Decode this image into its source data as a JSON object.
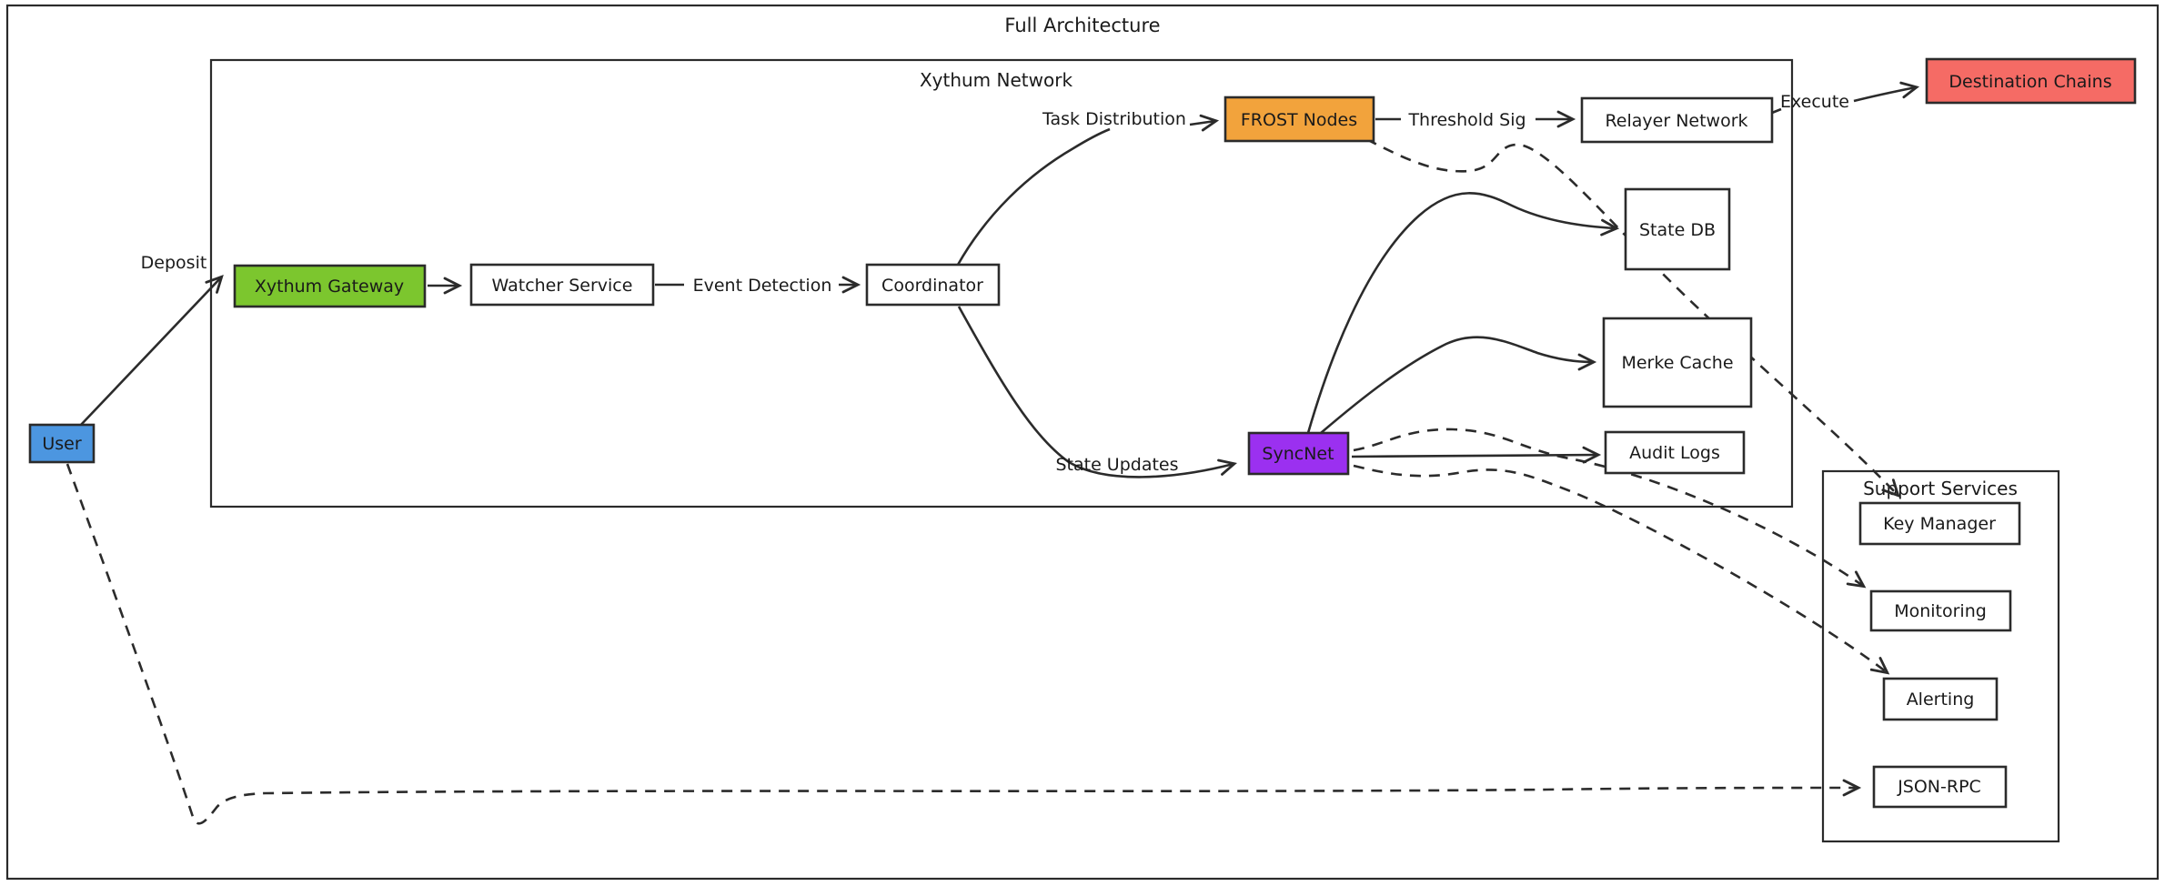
{
  "diagram": {
    "title": "Full Architecture",
    "containers": {
      "xythum": {
        "label": "Xythum Network"
      },
      "support": {
        "label": "Support Services"
      }
    },
    "nodes": {
      "user": {
        "label": "User",
        "fill": "#4c96e0"
      },
      "gateway": {
        "label": "Xythum Gateway",
        "fill": "#7cc62e"
      },
      "watcher": {
        "label": "Watcher Service",
        "fill": "#ffffff"
      },
      "coordinator": {
        "label": "Coordinator",
        "fill": "#ffffff"
      },
      "frost": {
        "label": "FROST Nodes",
        "fill": "#f2a33c"
      },
      "relayer": {
        "label": "Relayer Network",
        "fill": "#ffffff"
      },
      "destination": {
        "label": "Destination Chains",
        "fill": "#f56b65"
      },
      "state_db": {
        "label": "State DB",
        "fill": "#ffffff"
      },
      "merke_cache": {
        "label": "Merke Cache",
        "fill": "#ffffff"
      },
      "audit_logs": {
        "label": "Audit Logs",
        "fill": "#ffffff"
      },
      "syncnet": {
        "label": "SyncNet",
        "fill": "#9b30f0"
      },
      "key_manager": {
        "label": "Key Manager",
        "fill": "#ffffff"
      },
      "monitoring": {
        "label": "Monitoring",
        "fill": "#ffffff"
      },
      "alerting": {
        "label": "Alerting",
        "fill": "#ffffff"
      },
      "json_rpc": {
        "label": "JSON-RPC",
        "fill": "#ffffff"
      }
    },
    "edge_labels": {
      "deposit": "Deposit",
      "event_detection": "Event Detection",
      "task_distribution": "Task Distribution",
      "threshold_sig": "Threshold Sig",
      "execute": "Execute",
      "state_updates": "State Updates"
    },
    "edges": [
      {
        "from": "User",
        "to": "Xythum Gateway",
        "label": "Deposit",
        "style": "solid"
      },
      {
        "from": "Xythum Gateway",
        "to": "Watcher Service",
        "label": "",
        "style": "solid"
      },
      {
        "from": "Watcher Service",
        "to": "Coordinator",
        "label": "Event Detection",
        "style": "solid"
      },
      {
        "from": "Coordinator",
        "to": "FROST Nodes",
        "label": "Task Distribution",
        "style": "solid"
      },
      {
        "from": "FROST Nodes",
        "to": "Relayer Network",
        "label": "Threshold Sig",
        "style": "solid"
      },
      {
        "from": "Relayer Network",
        "to": "Destination Chains",
        "label": "Execute",
        "style": "solid"
      },
      {
        "from": "Coordinator",
        "to": "SyncNet",
        "label": "State Updates",
        "style": "solid"
      },
      {
        "from": "SyncNet",
        "to": "State DB",
        "label": "",
        "style": "solid"
      },
      {
        "from": "SyncNet",
        "to": "Merke Cache",
        "label": "",
        "style": "solid"
      },
      {
        "from": "SyncNet",
        "to": "Audit Logs",
        "label": "",
        "style": "solid"
      },
      {
        "from": "FROST Nodes",
        "to": "Key Manager",
        "label": "",
        "style": "dashed"
      },
      {
        "from": "SyncNet",
        "to": "Monitoring",
        "label": "",
        "style": "dashed"
      },
      {
        "from": "SyncNet",
        "to": "Alerting",
        "label": "",
        "style": "dashed"
      },
      {
        "from": "User",
        "to": "JSON-RPC",
        "label": "",
        "style": "dashed"
      }
    ],
    "colors": {
      "stroke": "#2b2b2b",
      "text": "#1a1a1a",
      "node_blue": "#4c96e0",
      "node_green": "#7cc62e",
      "node_orange": "#f2a33c",
      "node_purple": "#9b30f0",
      "node_red": "#f56b65",
      "background": "#ffffff"
    }
  }
}
